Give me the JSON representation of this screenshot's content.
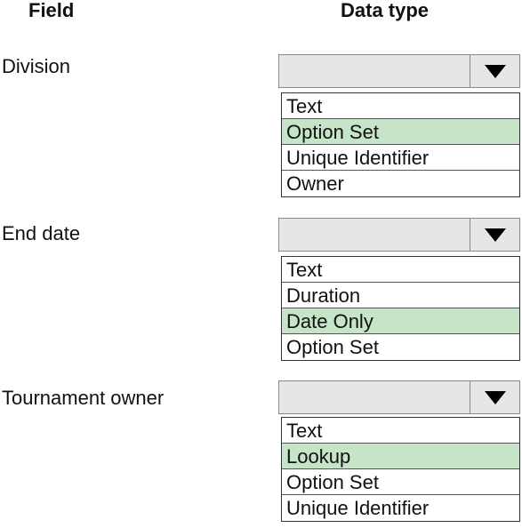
{
  "headers": {
    "field": "Field",
    "data_type": "Data type"
  },
  "groups": [
    {
      "field": "Division",
      "selected_value": "",
      "options": [
        "Text",
        "Option Set",
        "Unique Identifier",
        "Owner"
      ],
      "highlighted_option": "Option Set"
    },
    {
      "field": "End date",
      "selected_value": "",
      "options": [
        "Text",
        "Duration",
        "Date Only",
        "Option Set"
      ],
      "highlighted_option": "Date Only"
    },
    {
      "field": "Tournament owner",
      "selected_value": "",
      "options": [
        "Text",
        "Lookup",
        "Option Set",
        "Unique Identifier"
      ],
      "highlighted_option": "Lookup"
    }
  ],
  "colors": {
    "highlight": "#c6e4c7",
    "dropdown_bg": "#e6e6e6"
  },
  "icons": {
    "dropdown_arrow": "chevron-down-icon"
  }
}
